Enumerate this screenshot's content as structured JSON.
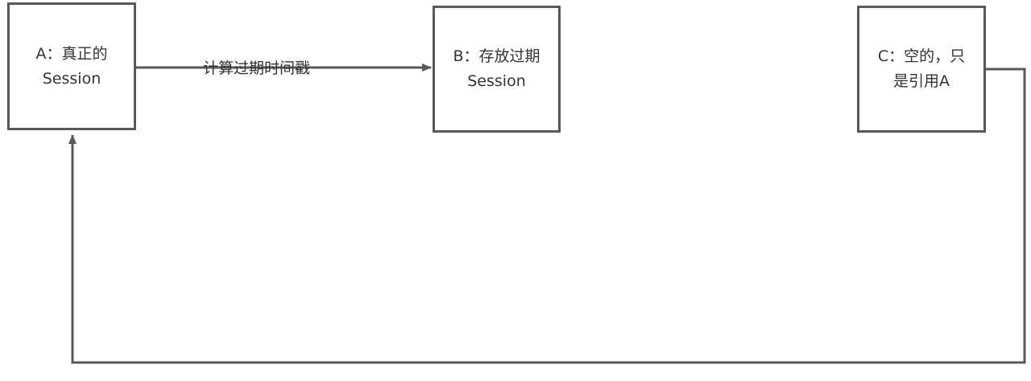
{
  "nodes": {
    "a": {
      "line1": "A：真正的",
      "line2": "Session"
    },
    "b": {
      "line1": "B：存放过期",
      "line2": "Session"
    },
    "c": {
      "line1": "C：空的，只",
      "line2": "是引用A"
    }
  },
  "edges": {
    "a_to_b": {
      "label": "计算过期时间戳"
    },
    "c_to_a": {
      "label": ""
    }
  },
  "colors": {
    "stroke": "#595959",
    "text": "#333333",
    "background": "#ffffff"
  }
}
